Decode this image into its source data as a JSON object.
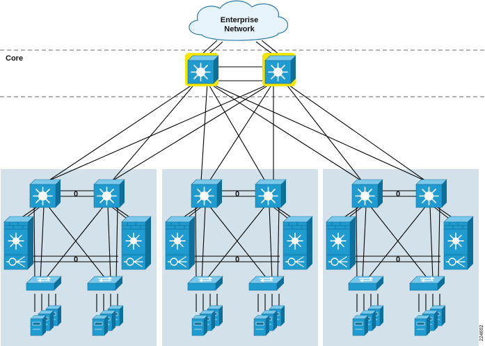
{
  "cloud": {
    "line1": "Enterprise",
    "line2": "Network"
  },
  "layer_label": "Core",
  "channel_marker": "0",
  "figure_id": "224602",
  "colors": {
    "device_fill": "#1f9bd0",
    "device_top": "#7cc8ea",
    "device_side": "#0e6f9a",
    "core_highlight": "#f2e600",
    "module_bg": "#d3e2ea",
    "cloud_fill": "#e6f3fb",
    "link": "#000000"
  },
  "icons": {
    "core_switch": "layer3-switch-icon",
    "distribution_switch": "layer3-switch-icon",
    "firewall_services": "firewall-service-module-icon",
    "access_switch": "workgroup-switch-icon",
    "server": "server-stack-icon"
  },
  "modules": 3
}
